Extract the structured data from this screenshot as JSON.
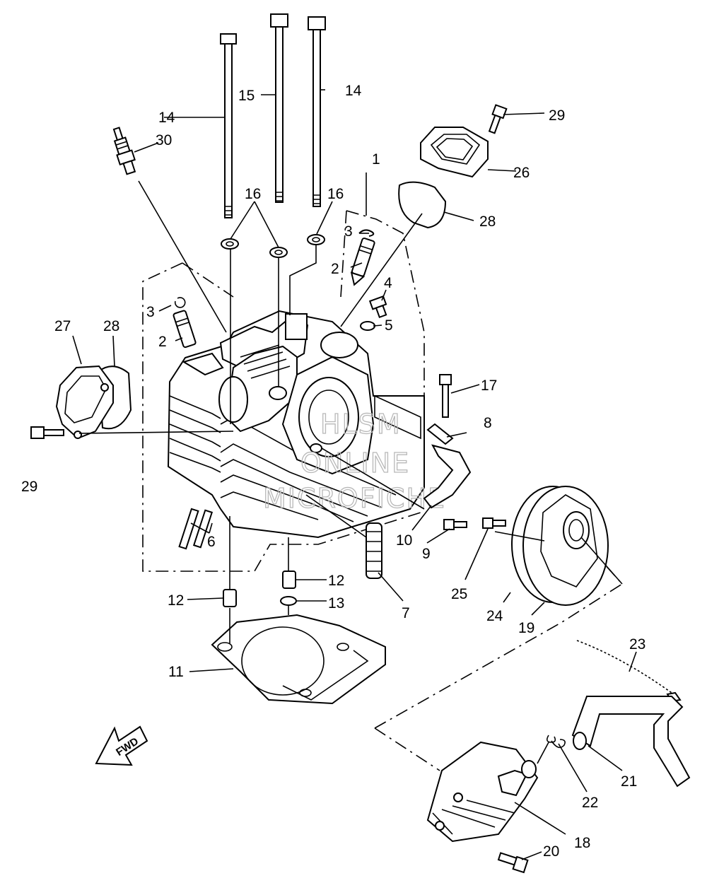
{
  "labels": [
    {
      "id": "p1",
      "text": "1"
    },
    {
      "id": "p2a",
      "text": "2"
    },
    {
      "id": "p2b",
      "text": "2"
    },
    {
      "id": "p3a",
      "text": "3"
    },
    {
      "id": "p3b",
      "text": "3"
    },
    {
      "id": "p4",
      "text": "4"
    },
    {
      "id": "p5",
      "text": "5"
    },
    {
      "id": "p6",
      "text": "6"
    },
    {
      "id": "p7",
      "text": "7"
    },
    {
      "id": "p8",
      "text": "8"
    },
    {
      "id": "p9",
      "text": "9"
    },
    {
      "id": "p10",
      "text": "10"
    },
    {
      "id": "p11",
      "text": "11"
    },
    {
      "id": "p12a",
      "text": "12"
    },
    {
      "id": "p12b",
      "text": "12"
    },
    {
      "id": "p13",
      "text": "13"
    },
    {
      "id": "p14a",
      "text": "14"
    },
    {
      "id": "p14b",
      "text": "14"
    },
    {
      "id": "p15",
      "text": "15"
    },
    {
      "id": "p16a",
      "text": "16"
    },
    {
      "id": "p16b",
      "text": "16"
    },
    {
      "id": "p17",
      "text": "17"
    },
    {
      "id": "p18",
      "text": "18"
    },
    {
      "id": "p19",
      "text": "19"
    },
    {
      "id": "p20",
      "text": "20"
    },
    {
      "id": "p21",
      "text": "21"
    },
    {
      "id": "p22",
      "text": "22"
    },
    {
      "id": "p23",
      "text": "23"
    },
    {
      "id": "p24",
      "text": "24"
    },
    {
      "id": "p25",
      "text": "25"
    },
    {
      "id": "p26",
      "text": "26"
    },
    {
      "id": "p27",
      "text": "27"
    },
    {
      "id": "p28a",
      "text": "28"
    },
    {
      "id": "p28b",
      "text": "28"
    },
    {
      "id": "p29a",
      "text": "29"
    },
    {
      "id": "p29b",
      "text": "29"
    },
    {
      "id": "p30",
      "text": "30"
    }
  ],
  "watermark": {
    "line1": "HLSM",
    "line2": "ONLINE",
    "line3": "MICROFICHE"
  },
  "fwd_arrow": {
    "text": "FWD"
  },
  "colors": {
    "ink": "#000000",
    "watermark": "#b8b8b8",
    "background": "#ffffff"
  }
}
